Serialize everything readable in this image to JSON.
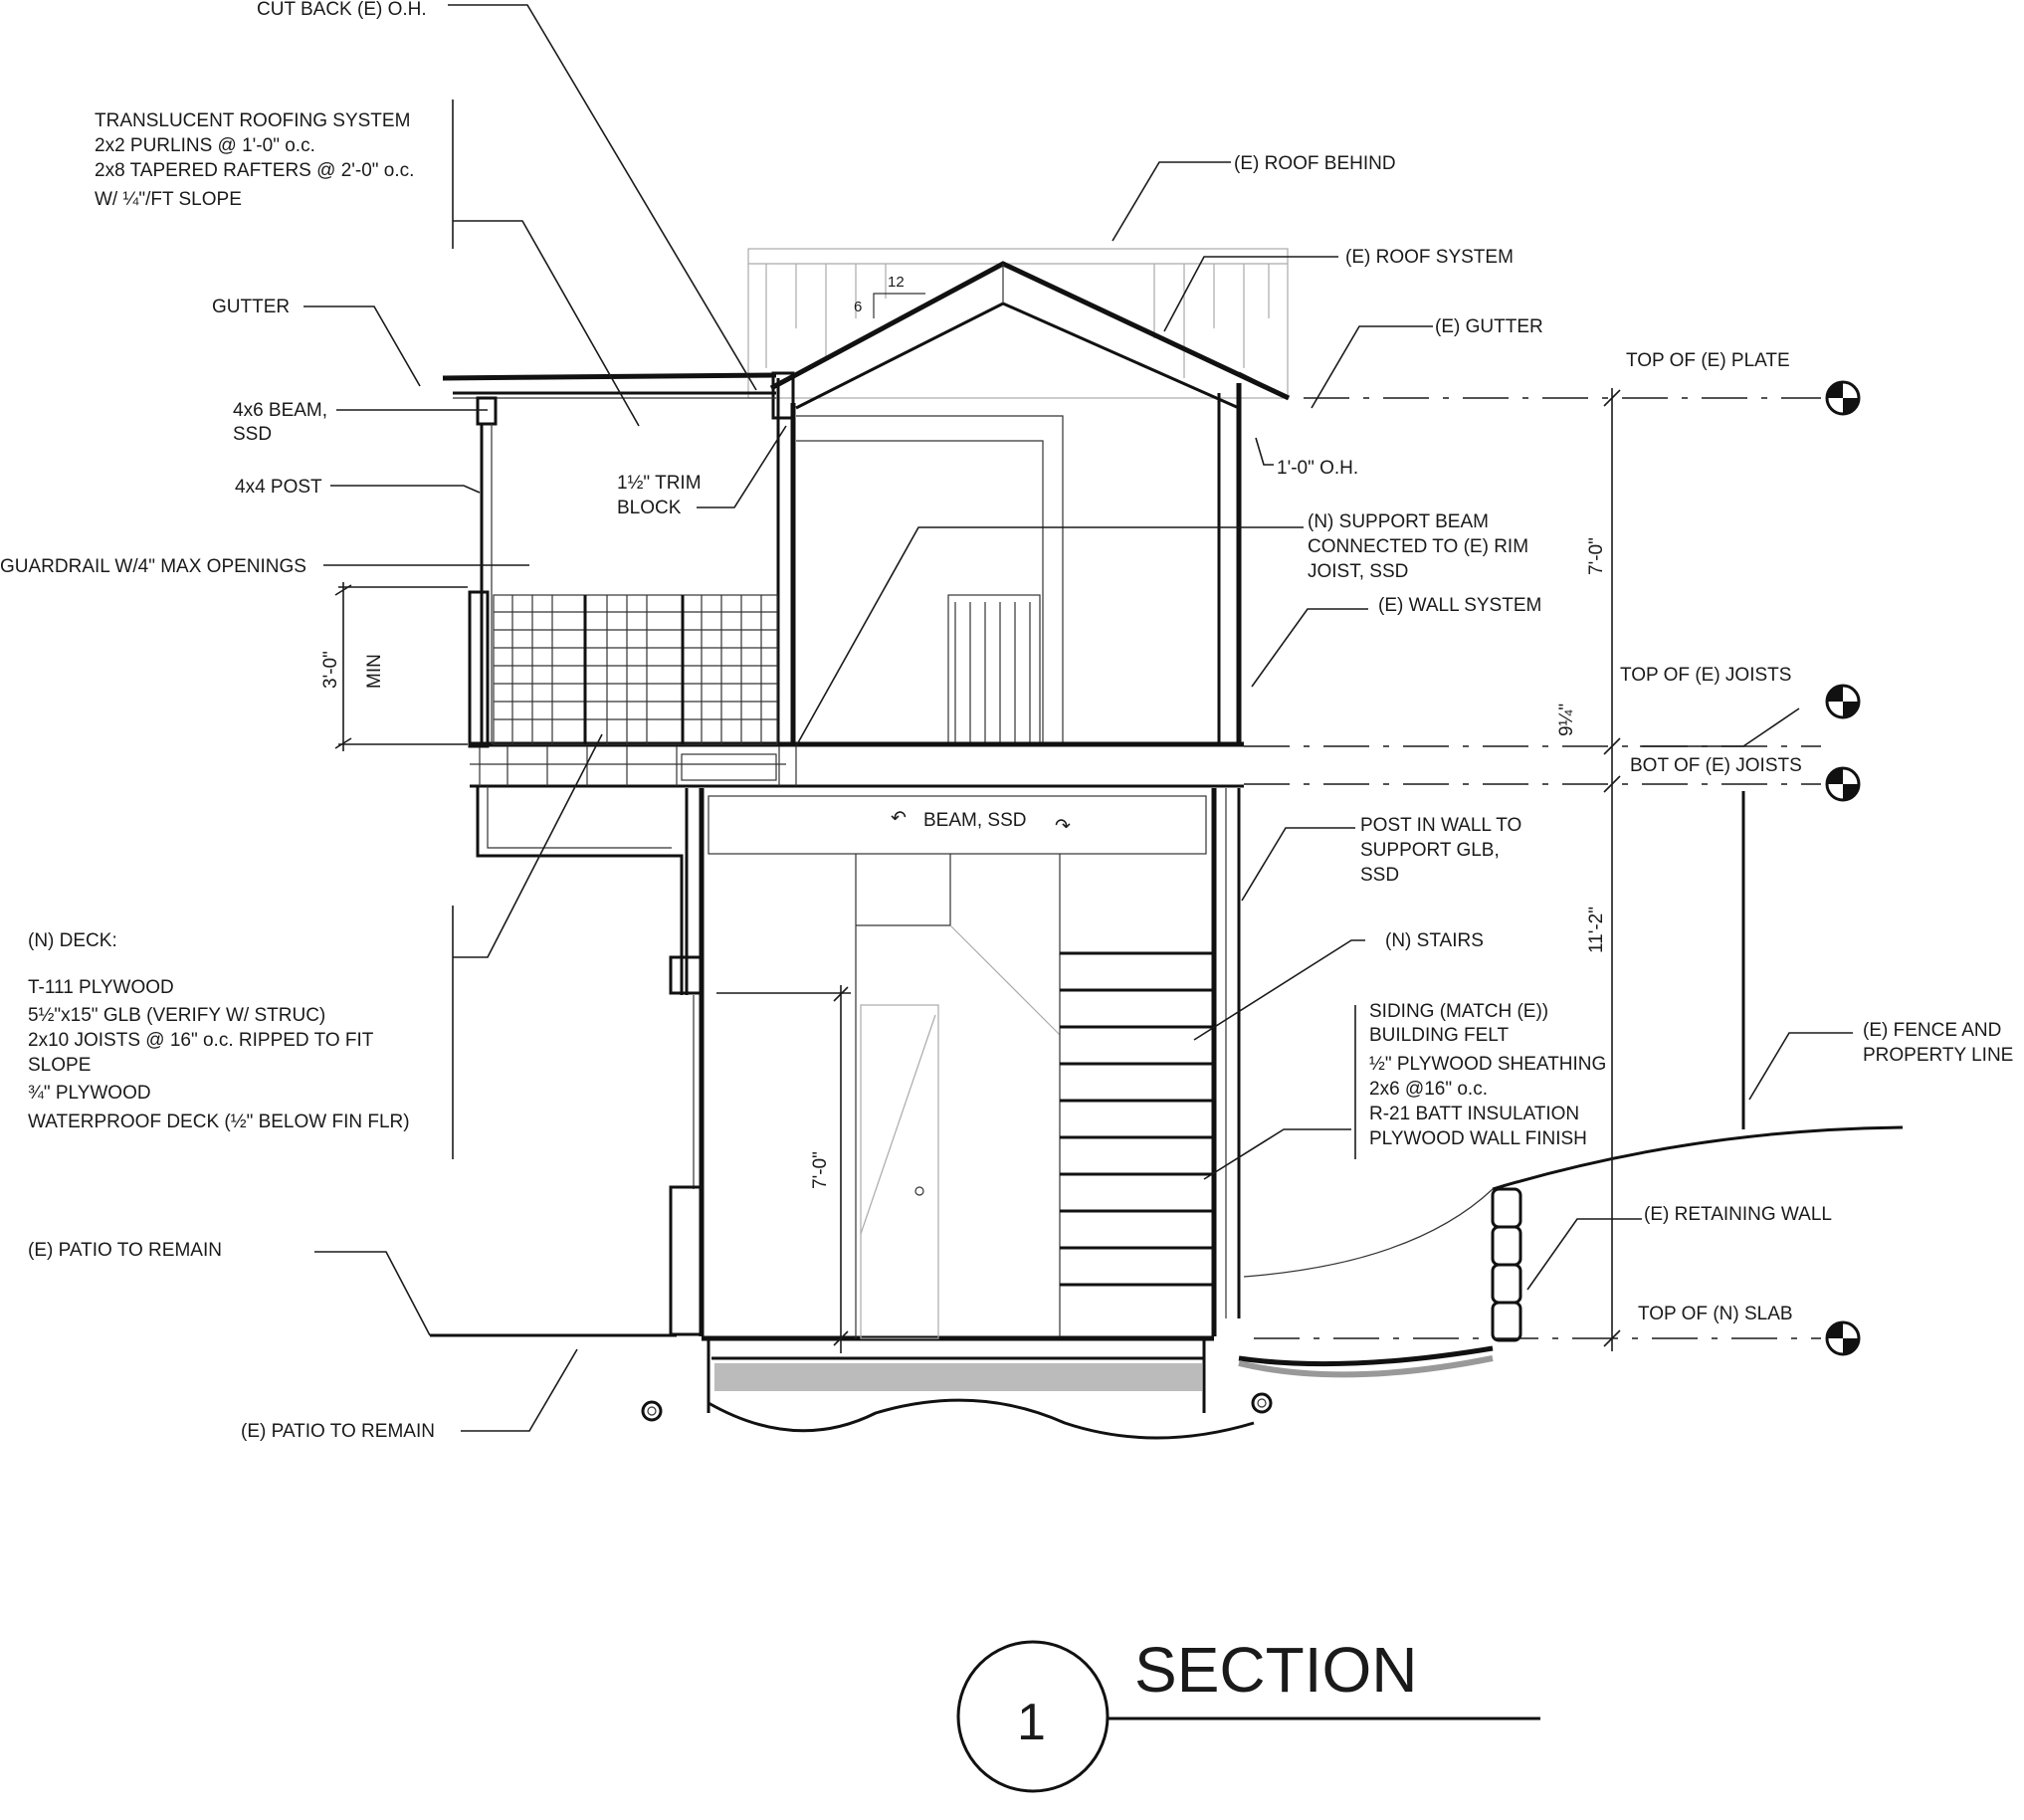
{
  "title": "SECTION",
  "section_number": "1",
  "callouts": {
    "cut_back_oh": "CUT BACK (E) O.H.",
    "roofing_1": "TRANSLUCENT ROOFING SYSTEM",
    "roofing_2": "2x2 PURLINS @ 1'-0\" o.c.",
    "roofing_3": "2x8 TAPERED RAFTERS @ 2'-0\" o.c.",
    "roofing_4": "W/ ¼\"/FT SLOPE",
    "gutter": "GUTTER",
    "beam_1": "4x6 BEAM,",
    "beam_2": "SSD",
    "post": "4x4 POST",
    "guardrail": "GUARDRAIL W/4\" MAX OPENINGS",
    "trim_1": "1½\" TRIM",
    "trim_2": "BLOCK",
    "roof_behind": "(E) ROOF BEHIND",
    "roof_system": "(E) ROOF SYSTEM",
    "e_gutter": "(E) GUTTER",
    "overhang": "1'-0\" O.H.",
    "support_beam_1": "(N) SUPPORT BEAM",
    "support_beam_2": "CONNECTED TO (E) RIM",
    "support_beam_3": "JOIST, SSD",
    "wall_system": "(E) WALL SYSTEM",
    "beam_ssd": "BEAM, SSD",
    "post_wall_1": "POST IN WALL TO",
    "post_wall_2": "SUPPORT GLB,",
    "post_wall_3": "SSD",
    "stairs": "(N) STAIRS",
    "siding_1": "SIDING (MATCH (E))",
    "siding_2": "BUILDING FELT",
    "siding_3": "½\" PLYWOOD SHEATHING",
    "siding_4": "2x6 @16\" o.c.",
    "siding_5": "R-21 BATT INSULATION",
    "siding_6": "PLYWOOD WALL FINISH",
    "deck_1": "(N) DECK:",
    "deck_2": "T-111 PLYWOOD",
    "deck_3": "5½\"x15\" GLB (VERIFY W/ STRUC)",
    "deck_4": "2x10 JOISTS @ 16\" o.c. RIPPED TO FIT",
    "deck_5": "SLOPE",
    "deck_6": "¾\" PLYWOOD",
    "deck_7": "WATERPROOF DECK (½\" BELOW FIN FLR)",
    "patio_upper": "(E) PATIO TO REMAIN",
    "patio_lower": "(E) PATIO TO REMAIN",
    "fence_1": "(E) FENCE AND",
    "fence_2": "PROPERTY LINE",
    "retaining": "(E) RETAINING WALL"
  },
  "levels": {
    "top_plate": "TOP OF (E) PLATE",
    "top_joists": "TOP OF (E) JOISTS",
    "bot_joists": "BOT OF (E) JOISTS",
    "top_slab": "TOP OF (N) SLAB"
  },
  "dimensions": {
    "upper": "7'-0\"",
    "joist_depth": "9¼\"",
    "lower": "11'-2\"",
    "guard_height": "3'-0\"",
    "guard_min": "MIN",
    "door_height": "7'-0\""
  },
  "slope": {
    "rise": "6",
    "run": "12"
  }
}
